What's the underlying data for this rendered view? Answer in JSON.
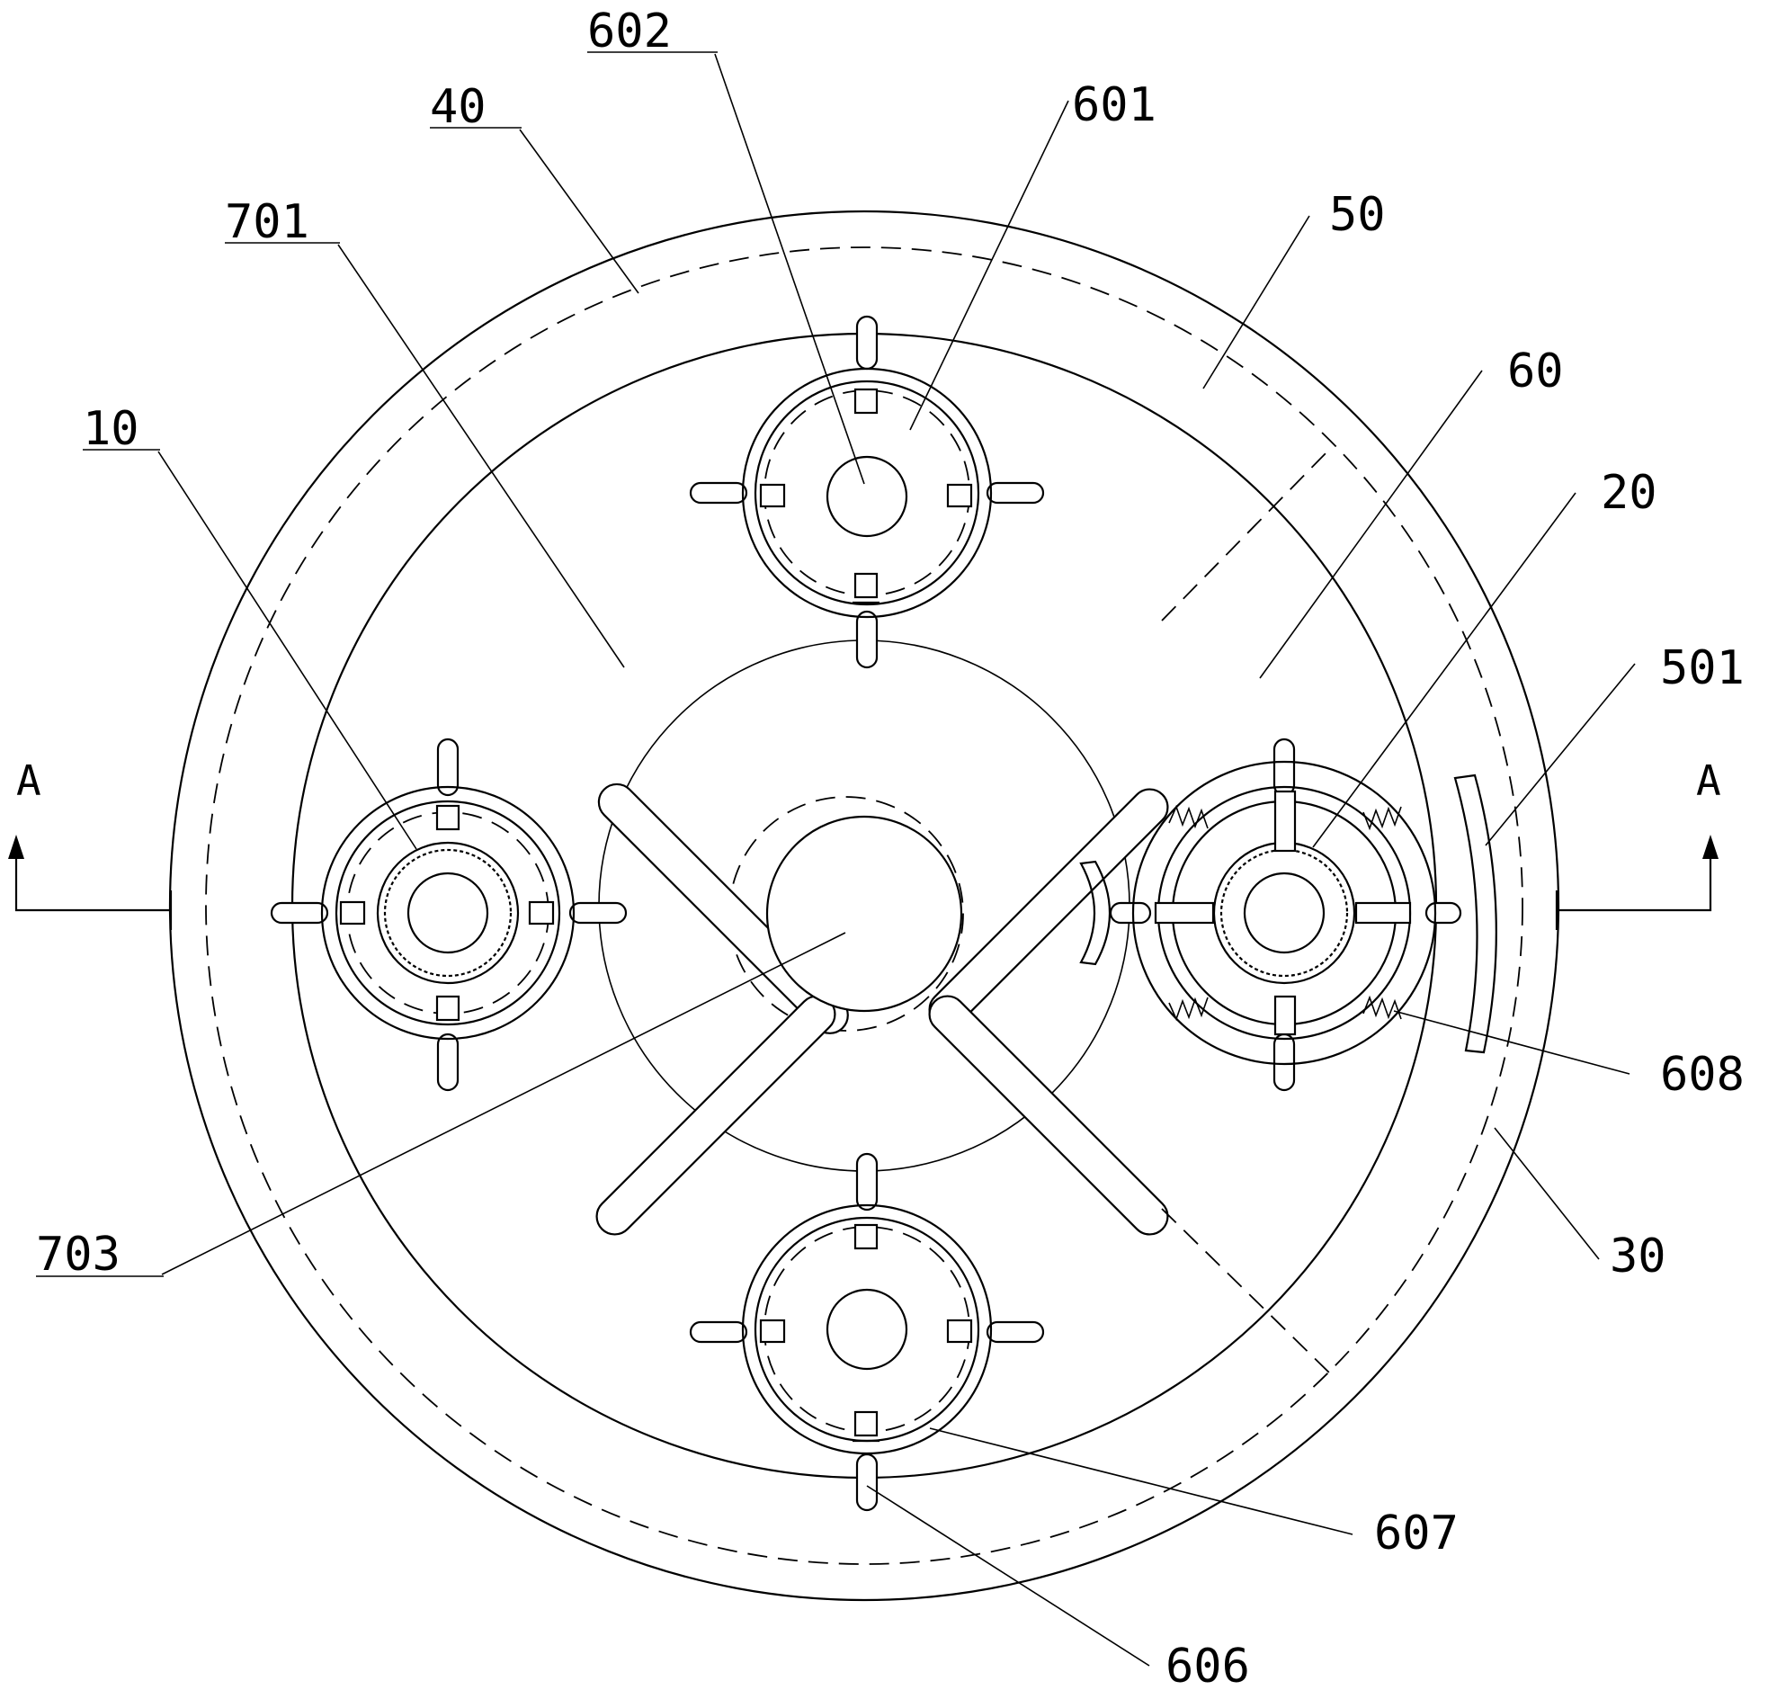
{
  "figure": {
    "reference_numerals": [
      {
        "id": "602",
        "text": "602"
      },
      {
        "id": "40",
        "text": "40"
      },
      {
        "id": "601",
        "text": "601"
      },
      {
        "id": "701",
        "text": "701"
      },
      {
        "id": "50",
        "text": "50"
      },
      {
        "id": "60",
        "text": "60"
      },
      {
        "id": "10",
        "text": "10"
      },
      {
        "id": "20",
        "text": "20"
      },
      {
        "id": "501",
        "text": "501"
      },
      {
        "id": "608",
        "text": "608"
      },
      {
        "id": "703",
        "text": "703"
      },
      {
        "id": "30",
        "text": "30"
      },
      {
        "id": "607",
        "text": "607"
      },
      {
        "id": "606",
        "text": "606"
      }
    ],
    "section_markers": {
      "left": "A",
      "right": "A"
    }
  }
}
